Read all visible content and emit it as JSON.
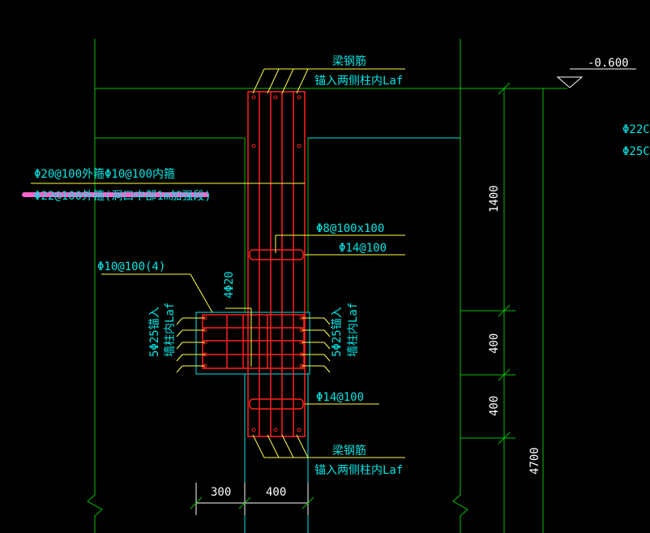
{
  "colors": {
    "background": "#000000",
    "green": "#00c000",
    "cyan": "#00e5e5",
    "red": "#ff2020",
    "yellow": "#ffff40",
    "white": "#ffffff",
    "magenta": "#ff66cc"
  },
  "labels": {
    "beam_top_1": "梁钢筋",
    "beam_top_2": "锚入两侧柱内Laf",
    "elevation": "-0.600",
    "stirrup_1": "Φ20@100外箍Φ10@100内箍",
    "stirrup_2": "Φ22@100外箍(洞口中部1m加强段)",
    "tie_8": "Φ8@100x100",
    "tie_14_top": "Φ14@100",
    "tie_10": "Φ10@100(4)",
    "bars_4": "4Φ20",
    "left_anchor": "5Φ25锚入\n墙柱内Laf",
    "right_anchor": "5Φ25锚入\n墙柱内Laf",
    "tie_14_bottom": "Φ14@100",
    "beam_bottom_1": "梁钢筋",
    "beam_bottom_2": "锚入两侧柱内Laf",
    "right_partial_1": "Φ22C",
    "right_partial_2": "Φ25C"
  },
  "dimensions": {
    "d1400": "1400",
    "d400a": "400",
    "d400b": "400",
    "d4700": "4700",
    "d300": "300",
    "d400h": "400"
  }
}
